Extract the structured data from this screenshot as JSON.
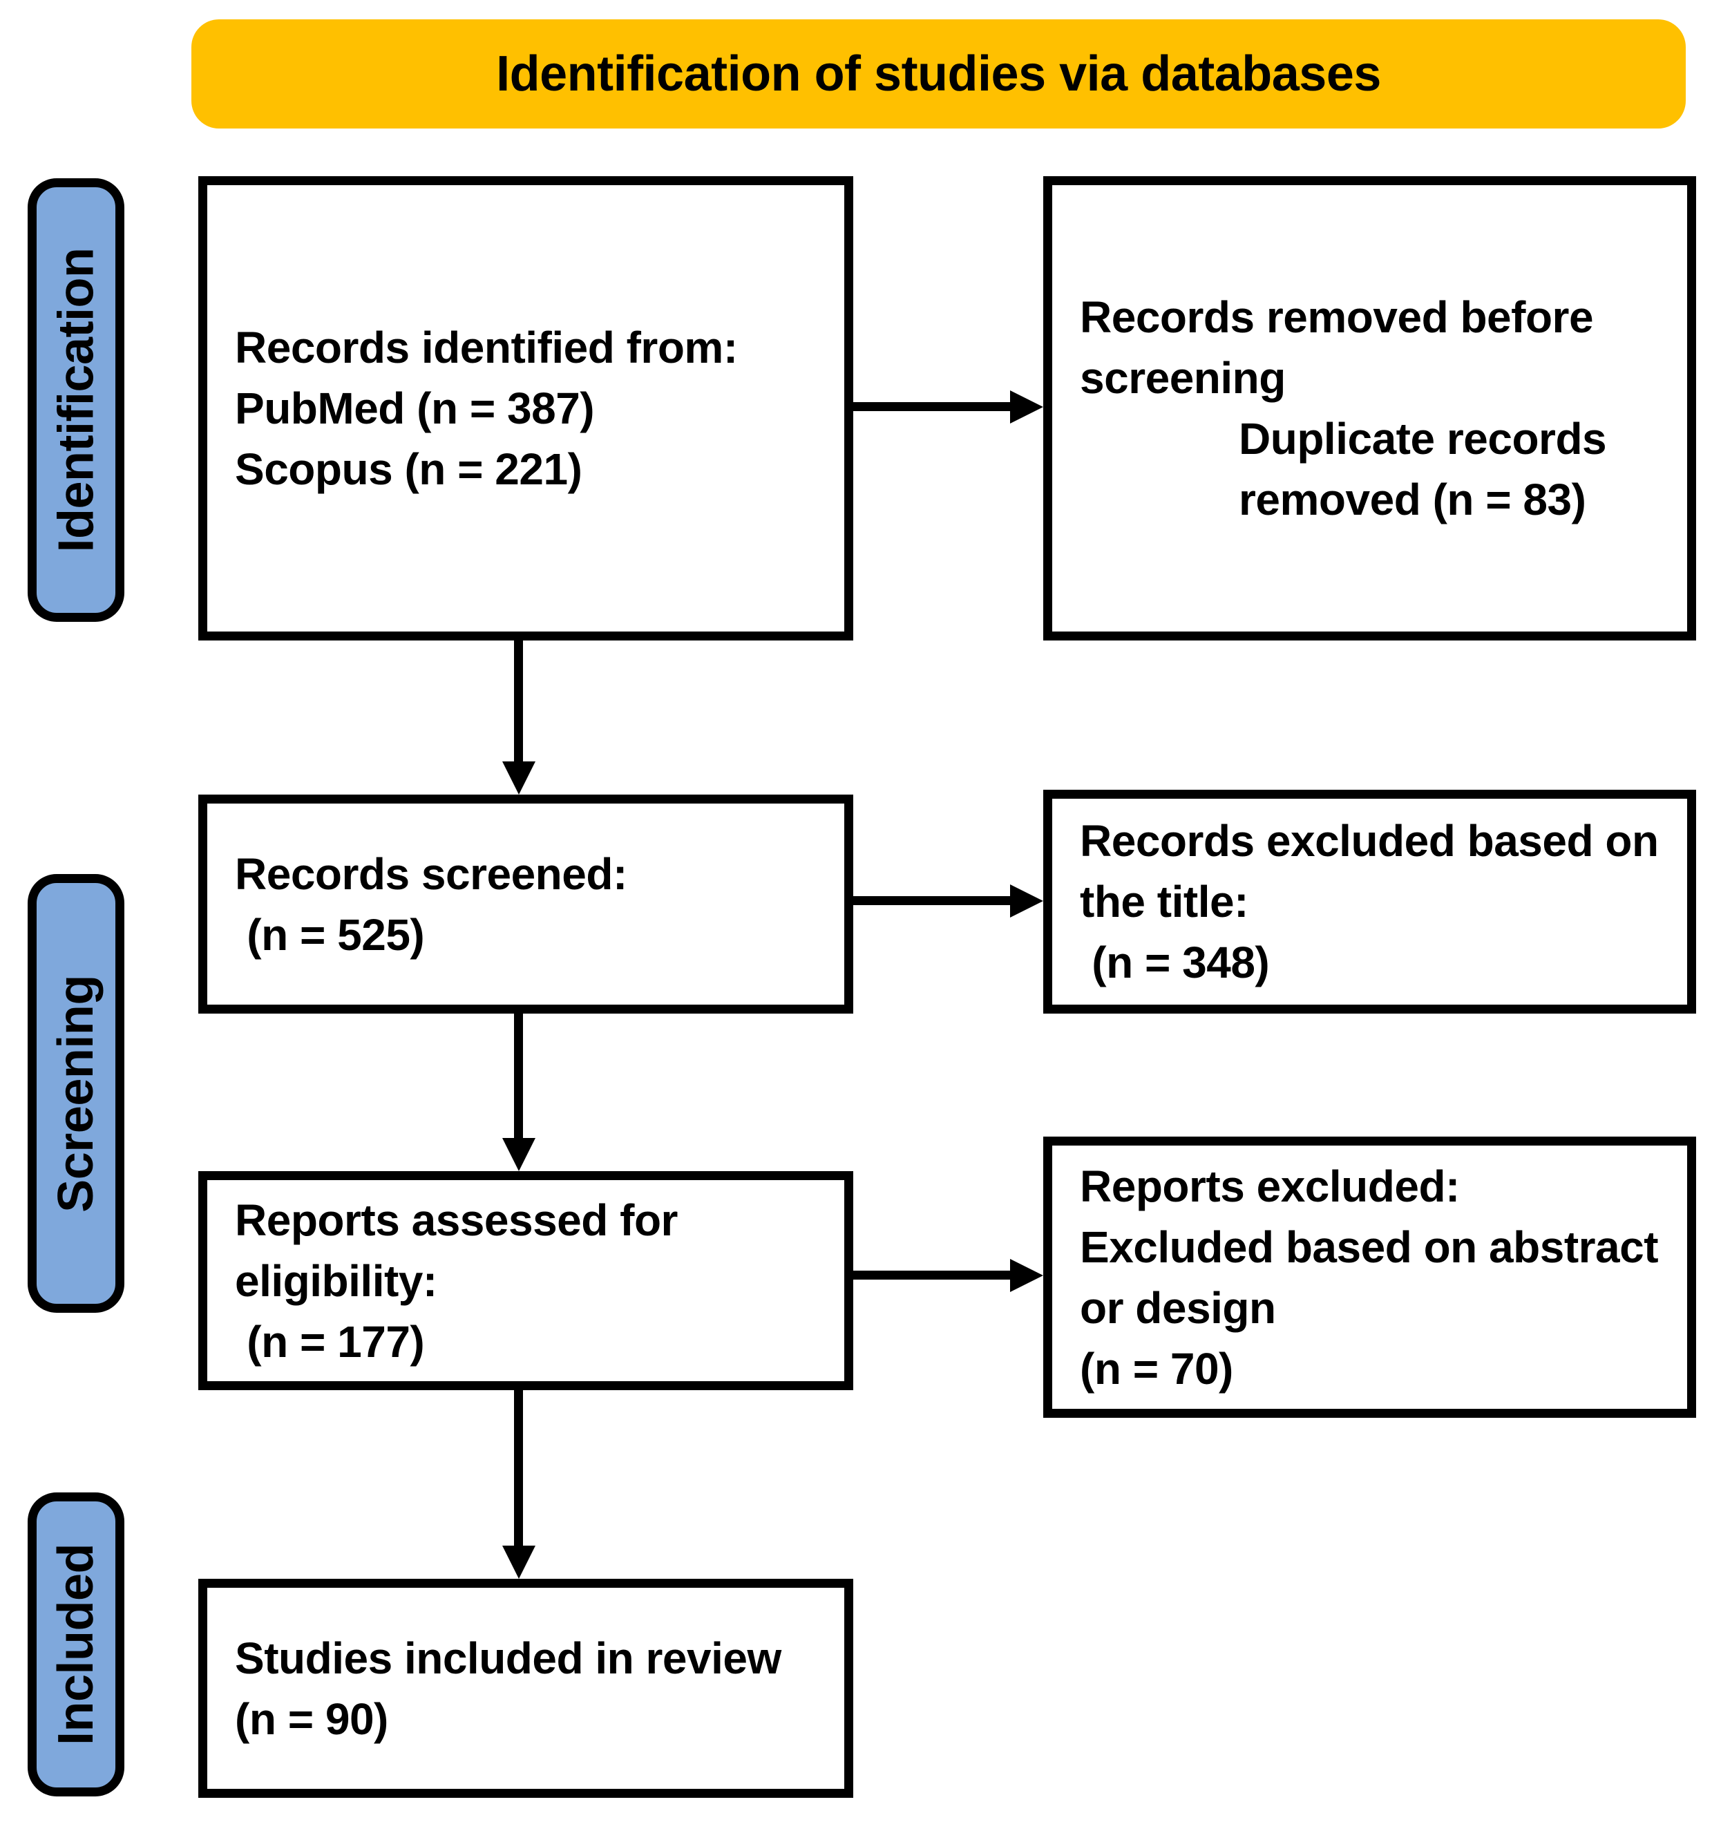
{
  "header": {
    "title": "Identification of studies via databases"
  },
  "sidebar": {
    "stages": [
      {
        "id": "identification",
        "label": "Identification"
      },
      {
        "id": "screening",
        "label": "Screening"
      },
      {
        "id": "included",
        "label": "Included"
      }
    ]
  },
  "boxes": {
    "identified": {
      "lines": [
        "Records identified from:",
        "PubMed (n = 387)",
        "Scopus (n = 221)"
      ]
    },
    "removed": {
      "lines": [
        "Records removed before",
        "screening",
        "Duplicate records",
        "removed (n = 83)"
      ]
    },
    "screened": {
      "lines": [
        "Records screened:",
        " (n = 525)"
      ]
    },
    "excluded_title": {
      "lines": [
        "Records excluded based on",
        "the title:",
        " (n = 348)"
      ]
    },
    "assessed": {
      "lines": [
        "Reports assessed for",
        "eligibility:",
        " (n = 177)"
      ]
    },
    "excluded_reports": {
      "lines": [
        "Reports excluded:",
        "Excluded based on abstract",
        "or design",
        "(n = 70)"
      ]
    },
    "included": {
      "lines": [
        "Studies included in review",
        "(n = 90)"
      ]
    }
  },
  "values": {
    "pubmed": 387,
    "scopus": 221,
    "duplicates_removed": 83,
    "records_screened": 525,
    "excluded_by_title": 348,
    "reports_assessed": 177,
    "excluded_abstract_or_design": 70,
    "included_in_review": 90
  },
  "colors": {
    "header_bg": "#FFC000",
    "stage_bg": "#7FA8DC",
    "line": "#000000",
    "box_bg": "#FFFFFF"
  }
}
